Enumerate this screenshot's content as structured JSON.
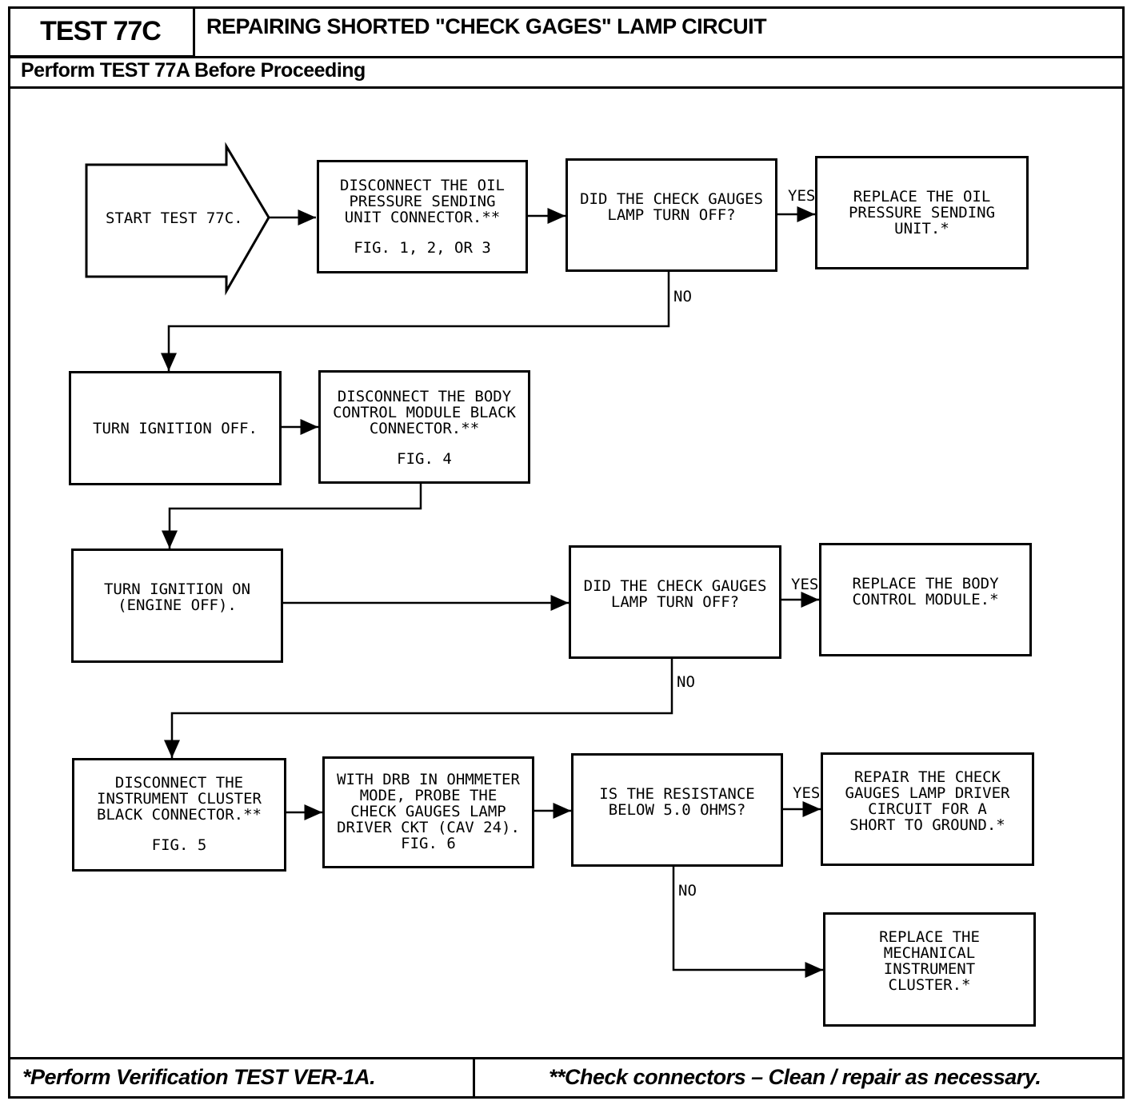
{
  "header": {
    "test_id": "TEST 77C",
    "title": "REPAIRING SHORTED \"CHECK GAGES\" LAMP CIRCUIT",
    "subtitle": "Perform TEST 77A Before Proceeding"
  },
  "flowchart": {
    "start": "START TEST 77C.",
    "step1": {
      "text": "DISCONNECT THE OIL\nPRESSURE SENDING\nUNIT CONNECTOR.**",
      "fig": "FIG. 1, 2, OR 3"
    },
    "decision1": "DID THE CHECK GAUGES\nLAMP TURN OFF?",
    "result1_yes": "REPLACE THE OIL\nPRESSURE SENDING\nUNIT.*",
    "step2": "TURN IGNITION OFF.",
    "step3": {
      "text": "DISCONNECT THE BODY\nCONTROL MODULE BLACK\nCONNECTOR.**",
      "fig": "FIG. 4"
    },
    "step4": "TURN IGNITION ON\n(ENGINE OFF).",
    "decision2": "DID THE CHECK GAUGES\nLAMP TURN OFF?",
    "result2_yes": "REPLACE THE BODY\nCONTROL MODULE.*",
    "step5": {
      "text": "DISCONNECT THE\nINSTRUMENT CLUSTER\nBLACK CONNECTOR.**",
      "fig": "FIG. 5"
    },
    "step6": "WITH DRB IN OHMMETER\nMODE, PROBE THE\nCHECK GAUGES LAMP\nDRIVER CKT (CAV 24).\nFIG. 6",
    "decision3": "IS THE RESISTANCE\nBELOW 5.0 OHMS?",
    "result3_yes": "REPAIR THE CHECK\nGAUGES LAMP DRIVER\nCIRCUIT FOR A\nSHORT TO GROUND.*",
    "result3_no": "REPLACE THE\nMECHANICAL\nINSTRUMENT\nCLUSTER.*",
    "labels": {
      "yes": "YES",
      "no": "NO"
    }
  },
  "footer": {
    "left": "*Perform Verification TEST VER-1A.",
    "right": "**Check connectors – Clean / repair as necessary."
  }
}
